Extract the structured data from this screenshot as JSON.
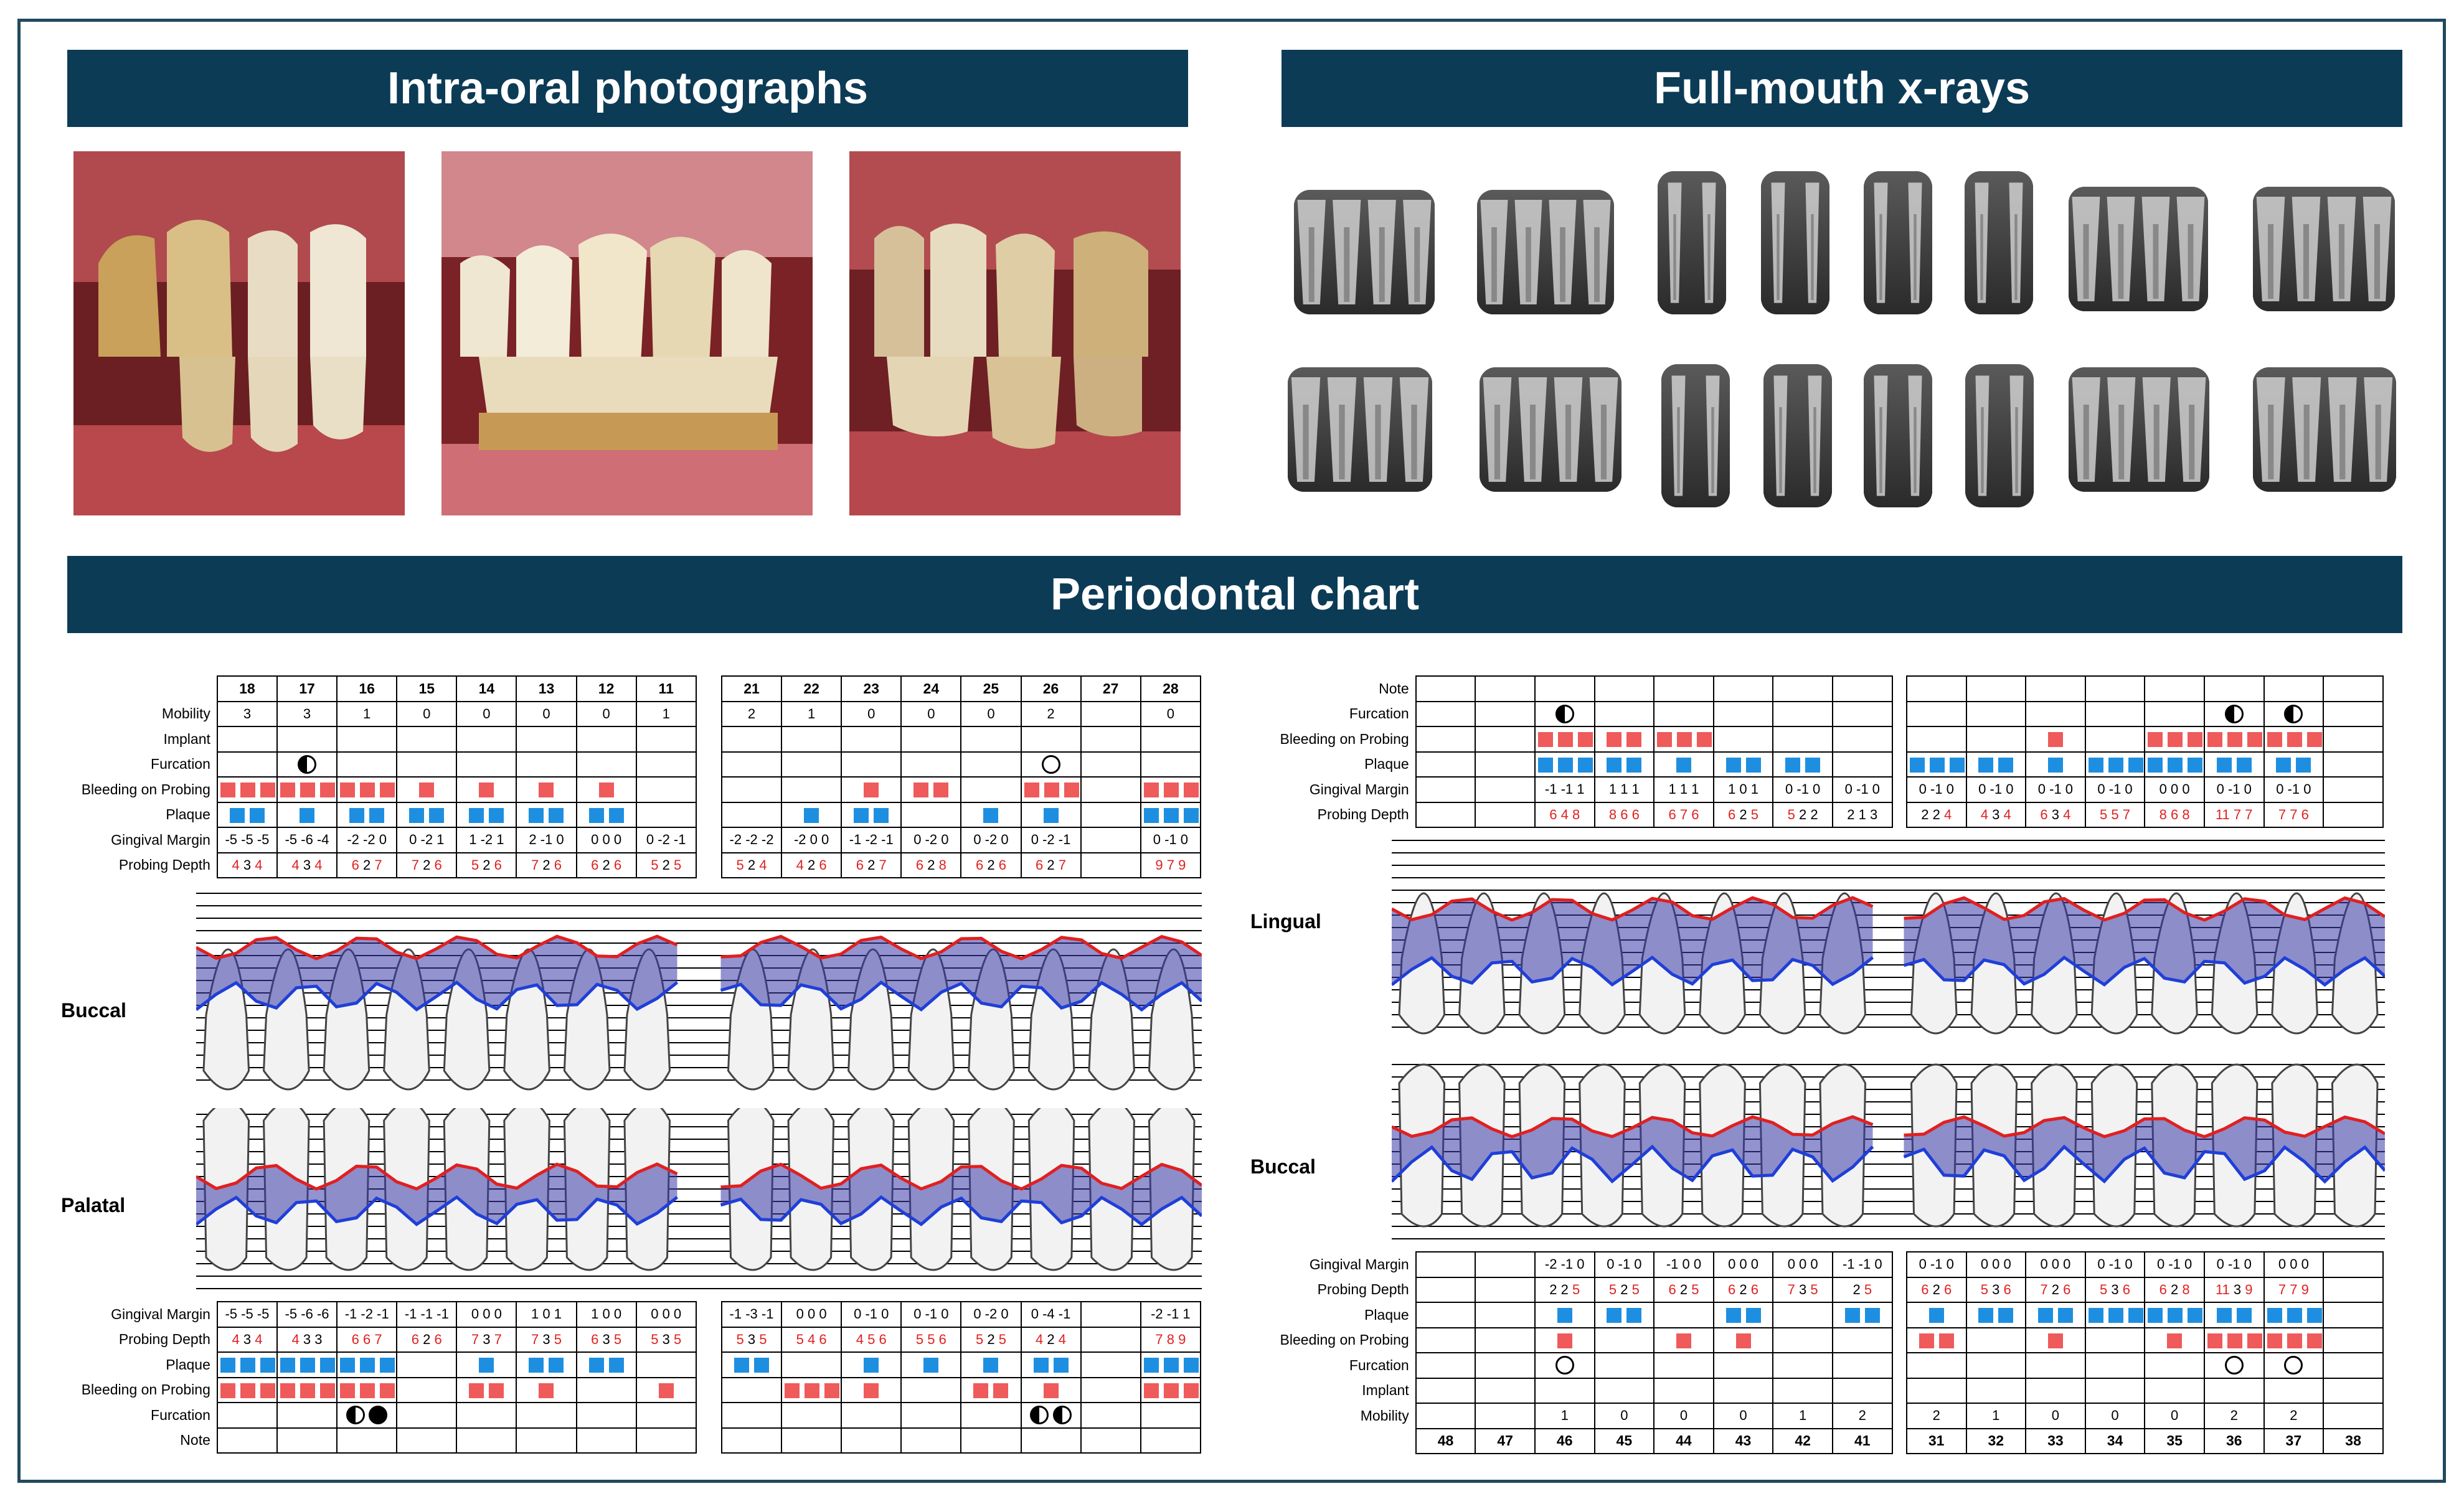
{
  "banners": {
    "photos": "Intra-oral photographs",
    "xrays": "Full-mouth x-rays",
    "chart": "Periodontal chart"
  },
  "icons": {
    "furcation_half": "furcation-half-circle-icon",
    "furcation_full": "furcation-full-circle-icon",
    "furcation_empty": "furcation-empty-circle-icon",
    "bop_marker": "red-square",
    "plaque_marker": "blue-square"
  },
  "colors": {
    "banner": "#0c3b56",
    "bleeding": "#ef5a5a",
    "plaque": "#1e8fe0",
    "pocket_fill": "#3a3aa8",
    "gingival_line": "#e02020",
    "probing_line": "#1f3fd8"
  },
  "chart": {
    "upper": {
      "labels": {
        "buccal": "Buccal",
        "palatal": "Palatal"
      },
      "row_labels_top": [
        "Mobility",
        "Implant",
        "Furcation",
        "Bleeding on Probing",
        "Plaque",
        "Gingival Margin",
        "Probing Depth"
      ],
      "row_labels_bottom": [
        "Gingival Margin",
        "Probing Depth",
        "Plaque",
        "Bleeding on Probing",
        "Furcation",
        "Note"
      ],
      "teeth_right": [
        "18",
        "17",
        "16",
        "15",
        "14",
        "13",
        "12",
        "11"
      ],
      "teeth_left": [
        "21",
        "22",
        "23",
        "24",
        "25",
        "26",
        "27",
        "28"
      ],
      "mobility_right": [
        "3",
        "3",
        "1",
        "0",
        "0",
        "0",
        "0",
        "1"
      ],
      "mobility_left": [
        "2",
        "1",
        "0",
        "0",
        "0",
        "2",
        "",
        "0"
      ],
      "gm_top_right": [
        "-5 -5 -5",
        "-5 -6 -4",
        "-2 -2 0",
        "0 -2 1",
        "1 -2 1",
        "2 -1 0",
        "0 0 0",
        "0 -2 -1"
      ],
      "gm_top_left": [
        "-2 -2 -2",
        "-2 0 0",
        "-1 -2 -1",
        "0 -2 0",
        "0 -2 0",
        "0 -2 -1",
        "",
        "0 -1 0"
      ],
      "pd_top_right": [
        "4 3 4",
        "4 3 4",
        "6 2 7",
        "7 2 6",
        "5 2 6",
        "7 2 6",
        "6 2 6",
        "5 2 5"
      ],
      "pd_top_left": [
        "5 2 4",
        "4 2 6",
        "6 2 7",
        "6 2 8",
        "6 2 6",
        "6 2 7",
        "",
        "9 7 9"
      ],
      "gm_bot_right": [
        "-5 -5 -5",
        "-5 -6 -6",
        "-1 -2 -1",
        "-1 -1 -1",
        "0 0 0",
        "1 0 1",
        "1 0 0",
        "0 0 0"
      ],
      "gm_bot_left": [
        "-1 -3 -1",
        "0 0 0",
        "0 -1 0",
        "0 -1 0",
        "0 -2 0",
        "0 -4 -1",
        "",
        "-2 -1 1"
      ],
      "pd_bot_right": [
        "4 3 4",
        "4 3 3",
        "6 6 7",
        "6 2 6",
        "7 3 7",
        "7 3 5",
        "6 3 5",
        "5 3 5"
      ],
      "pd_bot_left": [
        "5 3 5",
        "5 4 6",
        "4 5 6",
        "5 5 6",
        "5 2 5",
        "4 2 4",
        "",
        "7 8 9"
      ]
    },
    "lower": {
      "labels": {
        "lingual": "Lingual",
        "buccal": "Buccal"
      },
      "row_labels_top": [
        "Note",
        "Furcation",
        "Bleeding on Probing",
        "Plaque",
        "Gingival Margin",
        "Probing Depth"
      ],
      "row_labels_bottom": [
        "Gingival Margin",
        "Probing Depth",
        "Plaque",
        "Bleeding on Probing",
        "Furcation",
        "Implant",
        "Mobility"
      ],
      "teeth_right": [
        "48",
        "47",
        "46",
        "45",
        "44",
        "43",
        "42",
        "41"
      ],
      "teeth_left": [
        "31",
        "32",
        "33",
        "34",
        "35",
        "36",
        "37",
        "38"
      ],
      "mobility_right": [
        "",
        "",
        "1",
        "0",
        "0",
        "0",
        "1",
        "2"
      ],
      "mobility_left": [
        "2",
        "1",
        "0",
        "0",
        "0",
        "2",
        "2",
        ""
      ],
      "gm_top_right": [
        "",
        "",
        "-1 -1 1",
        "1 1 1",
        "1 1 1",
        "1 0 1",
        "0 -1 0",
        "0 -1 0"
      ],
      "gm_top_left": [
        "0 -1 0",
        "0 -1 0",
        "0 -1 0",
        "0 -1 0",
        "0 0 0",
        "0 -1 0",
        "0 -1 0",
        ""
      ],
      "pd_top_right": [
        "",
        "",
        "6 4 8",
        "8 6 6",
        "6 7 6",
        "6 2 5",
        "5 2 2",
        "2 1 3"
      ],
      "pd_top_left": [
        "2 2 4",
        "4 3 4",
        "6 3 4",
        "5 5 7",
        "8 6 8",
        "11 7 7",
        "7 7 6",
        ""
      ],
      "gm_bot_right": [
        "",
        "",
        "-2 -1 0",
        "0 -1 0",
        "-1 0 0",
        "0 0 0",
        "0 0 0",
        "-1 -1 0"
      ],
      "gm_bot_left": [
        "0 -1 0",
        "0 0 0",
        "0 0 0",
        "0 -1 0",
        "0 -1 0",
        "0 -1 0",
        "0 0 0",
        ""
      ],
      "pd_bot_right": [
        "",
        "",
        "2 2 5",
        "5 2 5",
        "6 2 5",
        "6 2 6",
        "7 3 5",
        "2 5"
      ],
      "pd_bot_left": [
        "6 2 6",
        "5 3 6",
        "7 2 6",
        "5 3 6",
        "6 2 8",
        "11 3 9",
        "7 7 9",
        ""
      ]
    }
  }
}
